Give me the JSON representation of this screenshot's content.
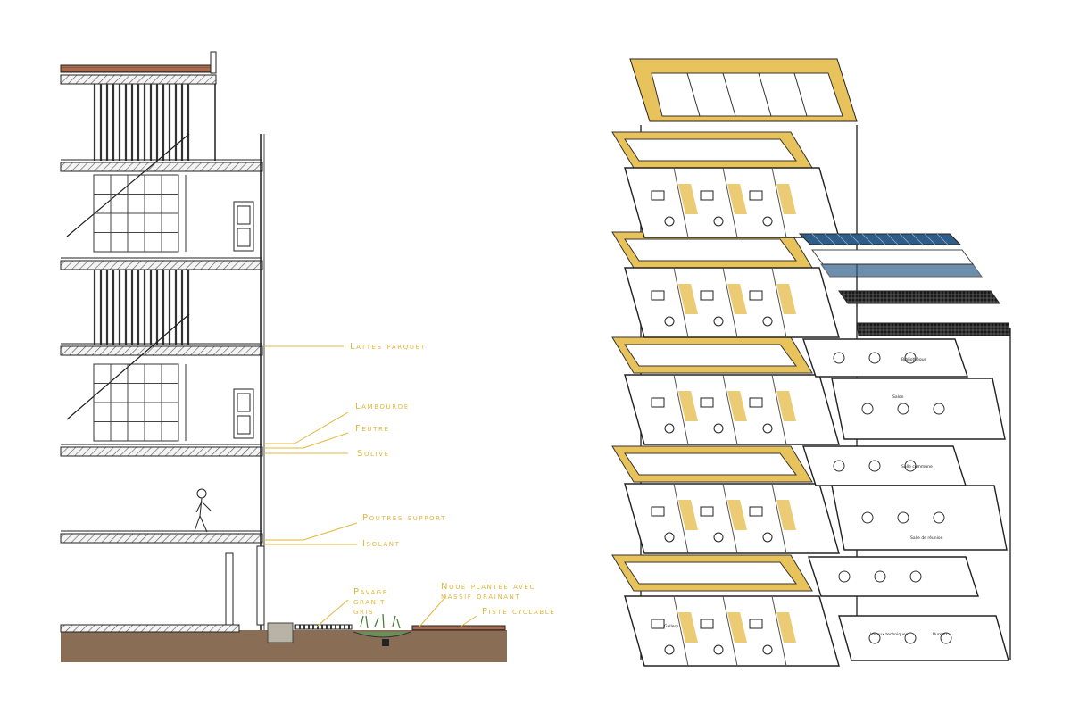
{
  "section": {
    "annotations": [
      {
        "id": "lattes-parquet",
        "lines": [
          "Lattes parquet"
        ]
      },
      {
        "id": "lambourde",
        "lines": [
          "Lambourde"
        ]
      },
      {
        "id": "feutre",
        "lines": [
          "Feutre"
        ]
      },
      {
        "id": "solive",
        "lines": [
          "Solive"
        ]
      },
      {
        "id": "poutres-support",
        "lines": [
          "Poutres support"
        ]
      },
      {
        "id": "isolant",
        "lines": [
          "Isolant"
        ]
      },
      {
        "id": "pavage",
        "lines": [
          "Pavage",
          "granit",
          "gris"
        ]
      },
      {
        "id": "noue",
        "lines": [
          "Noue plantée avec",
          "massif drainant"
        ]
      },
      {
        "id": "piste",
        "lines": [
          "Piste cyclable"
        ]
      }
    ]
  },
  "axo": {
    "room_labels": [
      "Gallery",
      "Locaux techniques",
      "Bureau",
      "Salle de réunion",
      "Salon",
      "Salle commune",
      "Bibliothèque"
    ]
  },
  "colors": {
    "accent_gold": "#e8c25a",
    "annotation": "#e2b63a",
    "ground": "#8a6d55",
    "solar_blue": "#2f5d8a",
    "line": "#1d1d1d"
  }
}
